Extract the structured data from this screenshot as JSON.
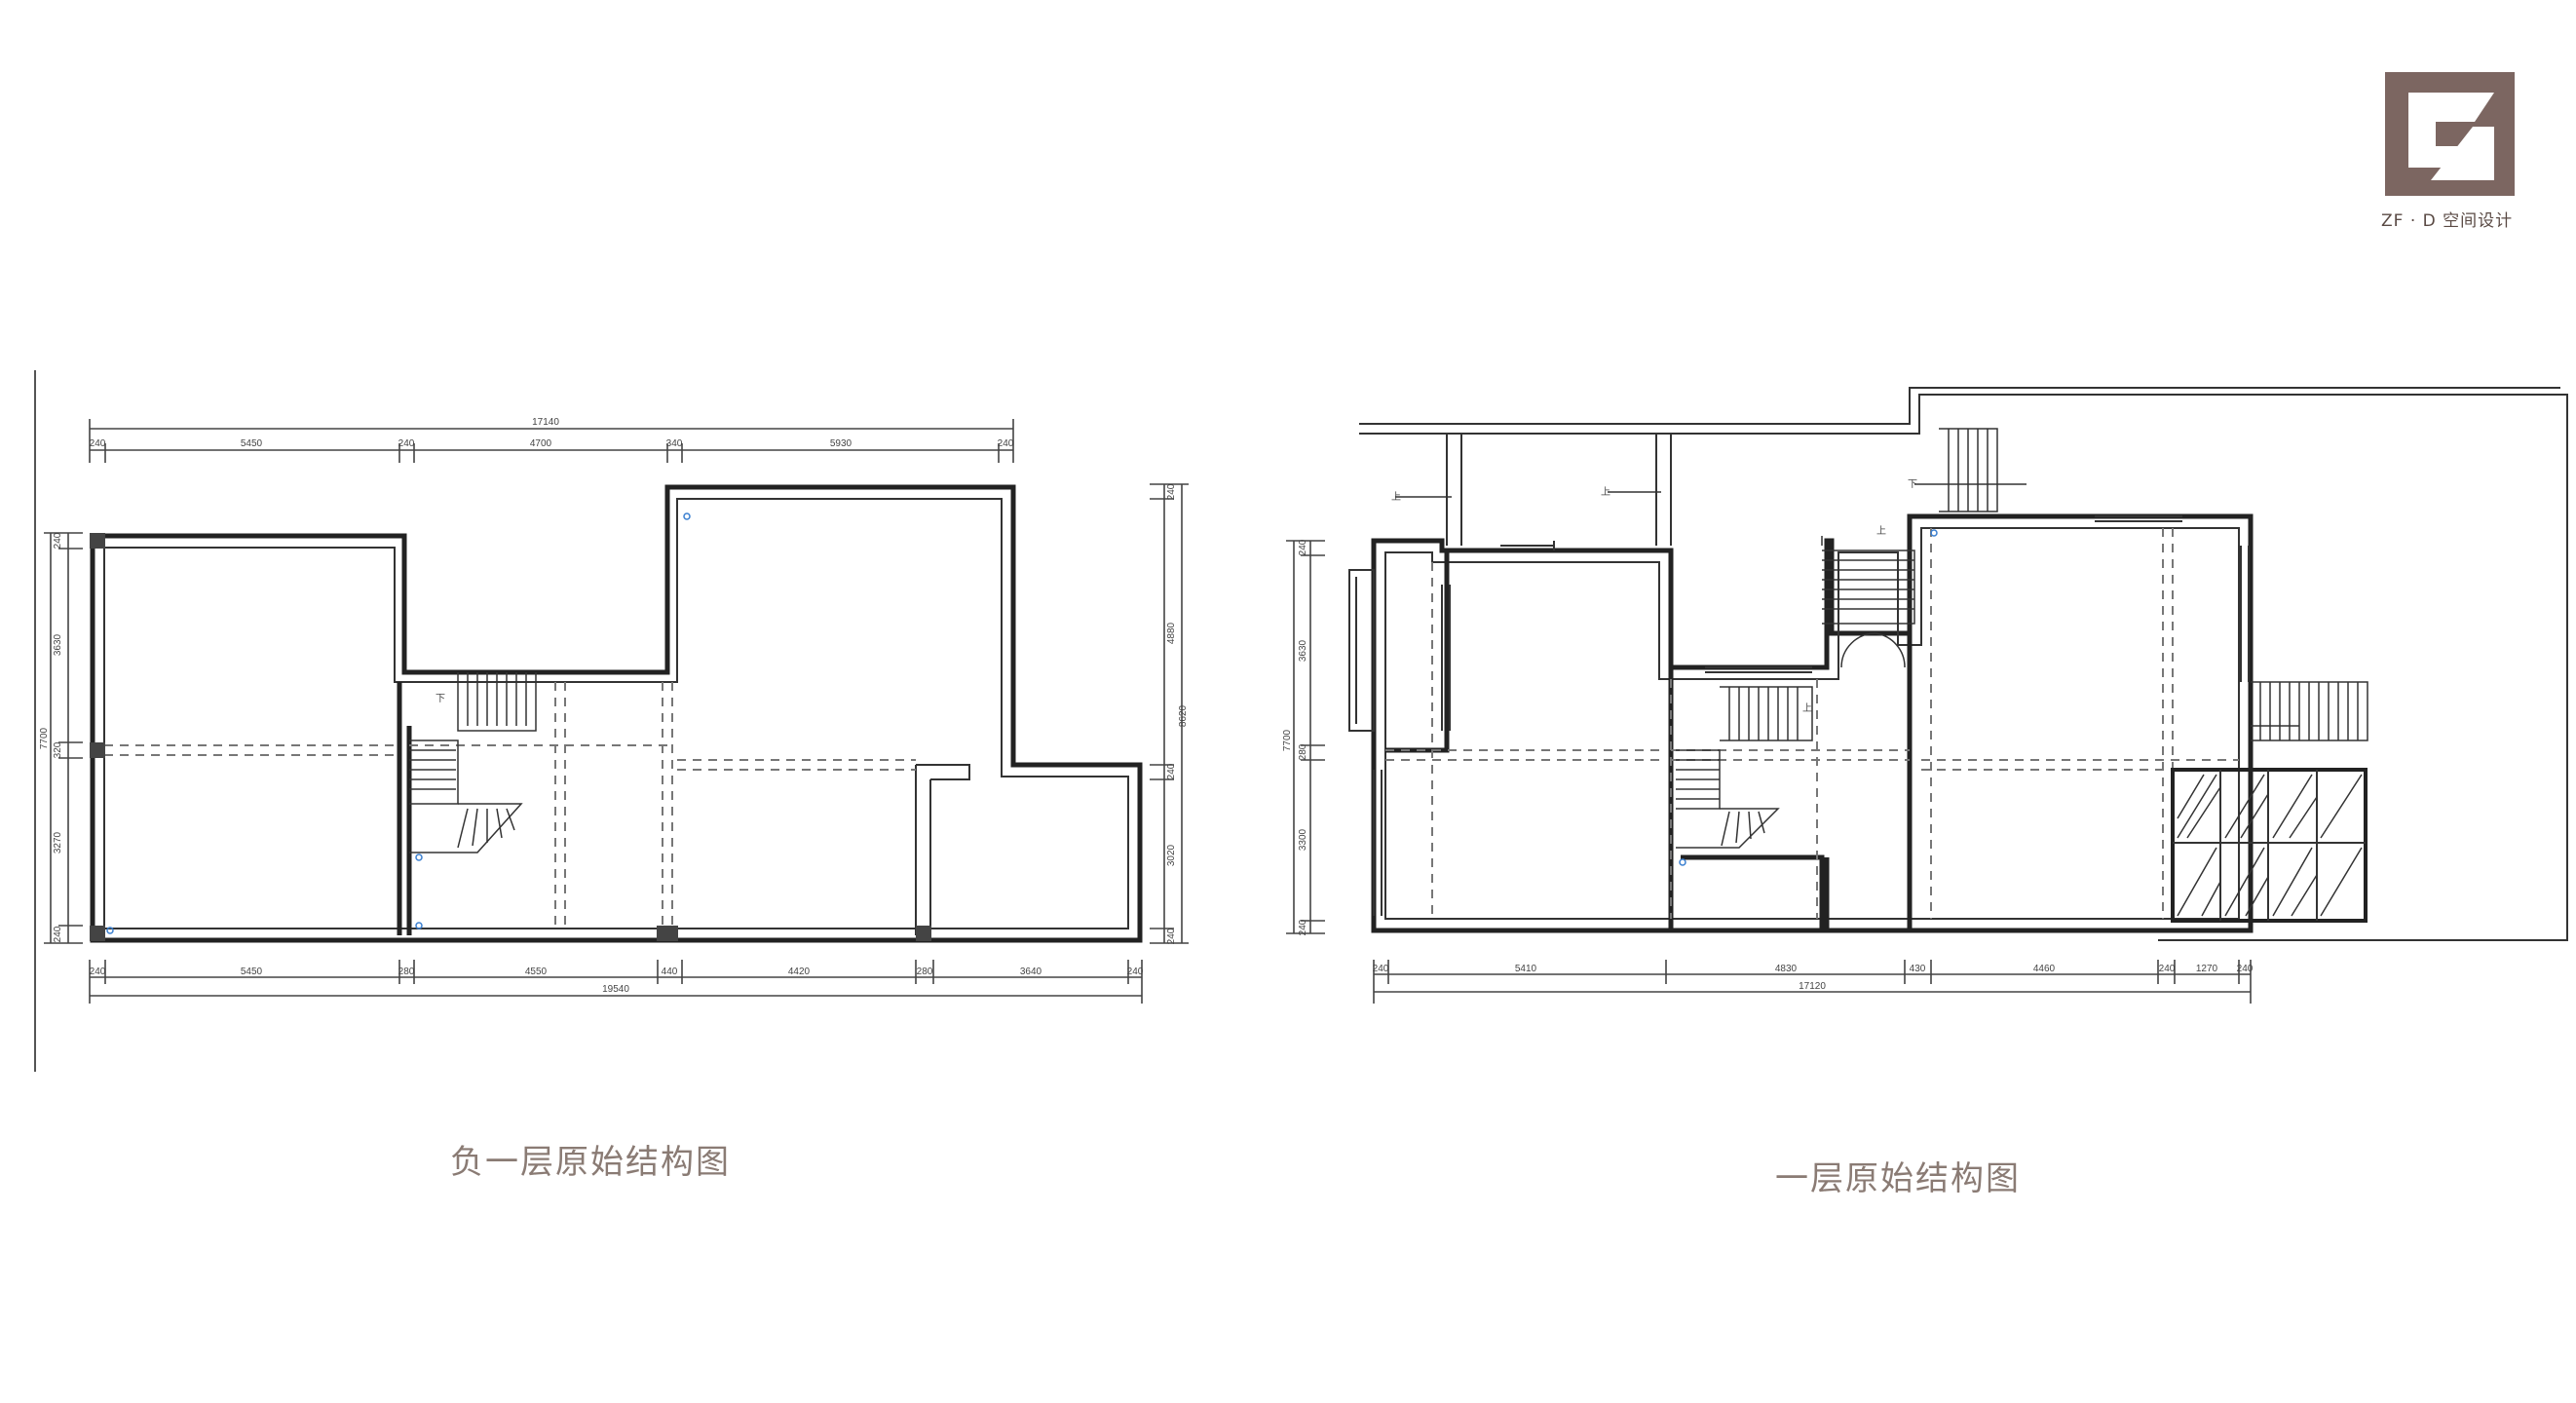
{
  "brand": {
    "logo_text": "ZF · D 空间设计",
    "color": "#7c6661"
  },
  "plans": [
    {
      "caption": "负一层原始结构图",
      "dims_top_total": "17140",
      "dims_top": [
        "240",
        "5450",
        "240",
        "4700",
        "340",
        "5930",
        "240"
      ],
      "dims_bottom": [
        "240",
        "5450",
        "280",
        "4550",
        "440",
        "4420",
        "280",
        "3640",
        "240"
      ],
      "dims_bottom_total": "19540",
      "dims_left": [
        "240",
        "3630",
        "320",
        "3270",
        "240"
      ],
      "dims_left_total": "7700",
      "dims_right": [
        "240",
        "4880",
        "240",
        "3020",
        "240"
      ],
      "dims_right_total": "8620",
      "stair_label": "下"
    },
    {
      "caption": "一层原始结构图",
      "dims_bottom": [
        "240",
        "5410",
        "4830",
        "430",
        "4460",
        "240",
        "1270",
        "240"
      ],
      "dims_bottom_total": "17120",
      "dims_left": [
        "240",
        "3630",
        "280",
        "3300",
        "240"
      ],
      "dims_left_total": "7700",
      "stair_up_label": "上",
      "stair_down_label": "下"
    }
  ],
  "colors": {
    "wall": "#222222",
    "caption": "#8a7b74",
    "column": "#444444",
    "point": "#3a7fd0"
  }
}
